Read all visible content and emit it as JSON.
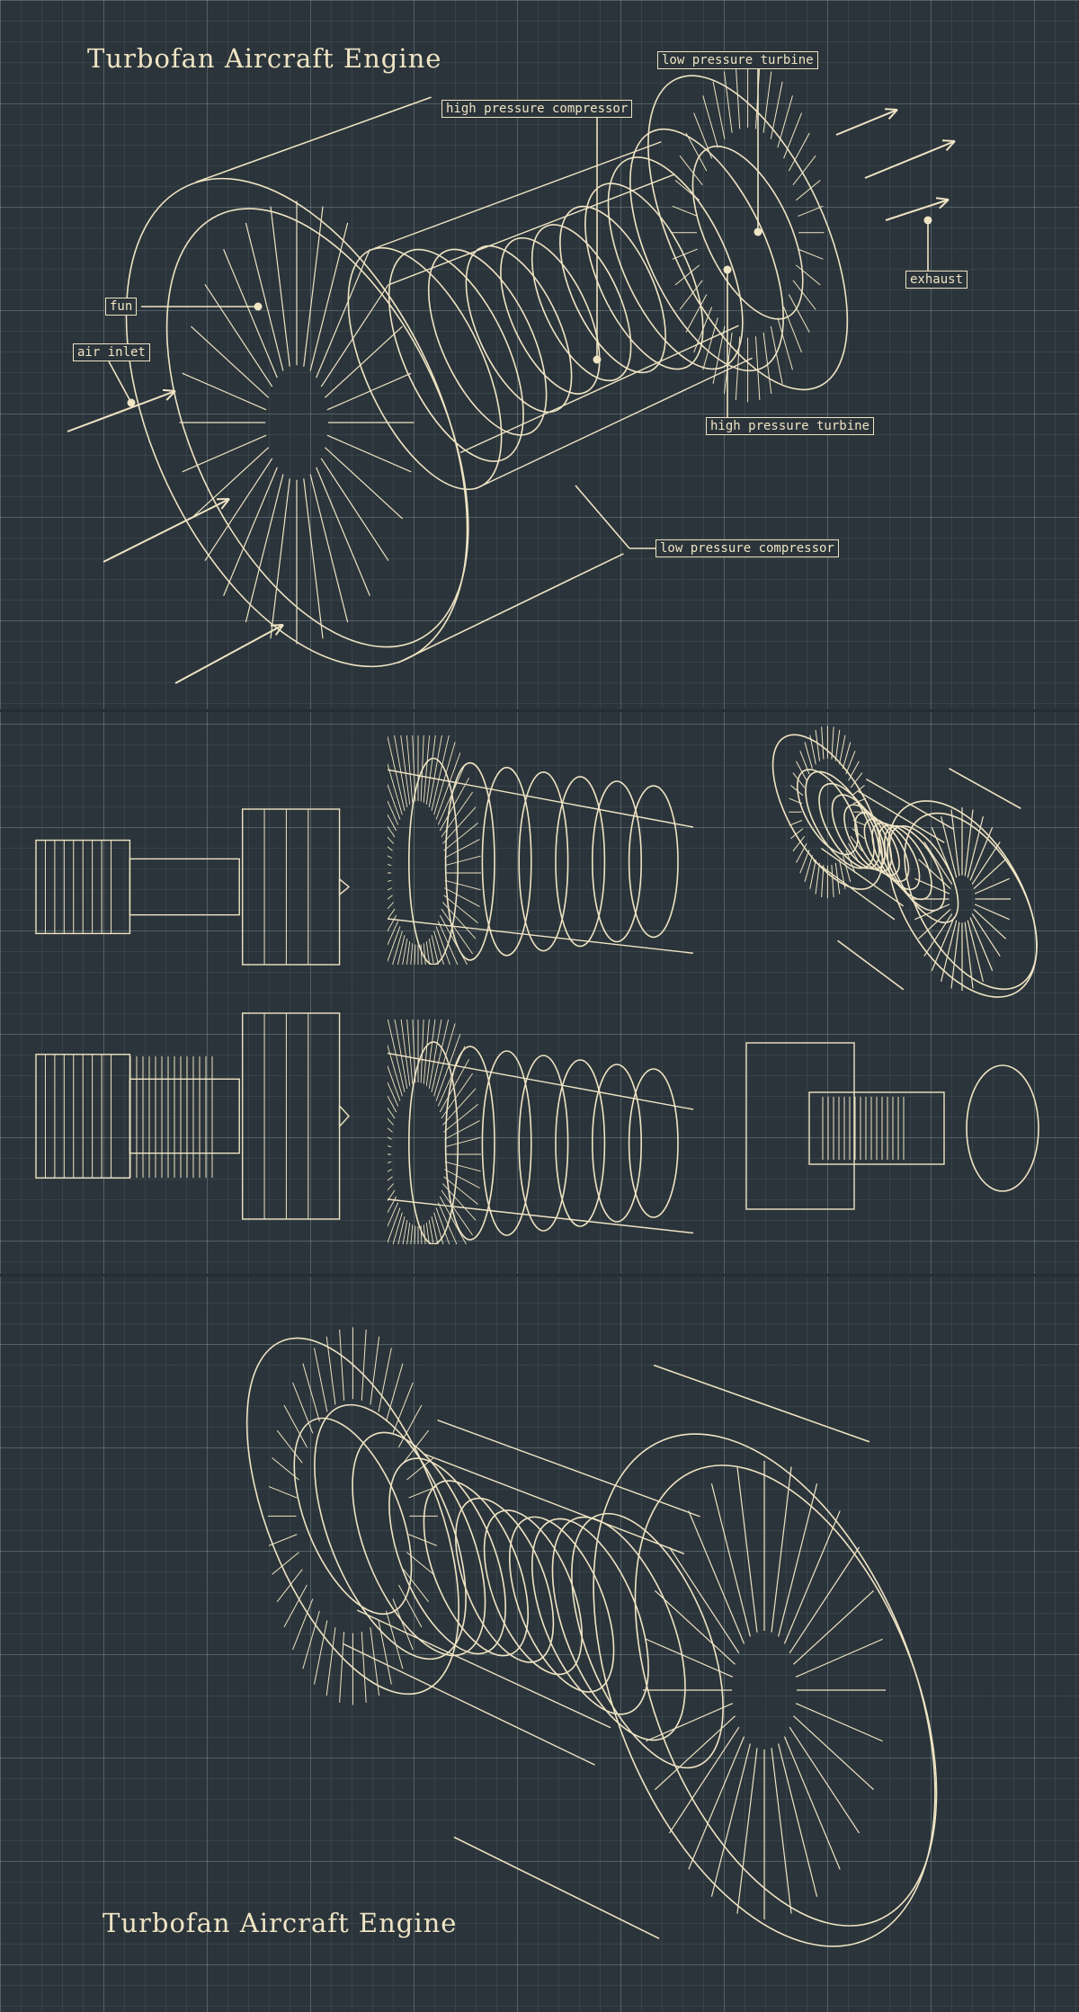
{
  "header": {
    "title": "Turbofan Aircraft Engine"
  },
  "labels": {
    "low_pressure_turbine": "low pressure turbine",
    "high_pressure_compressor": "high pressure compressor",
    "fan": "fun",
    "air_inlet": "air inlet",
    "exhaust": "exhaust",
    "high_pressure_turbine": "high pressure turbine",
    "low_pressure_compressor": "low pressure compressor"
  },
  "footer": {
    "title": "Turbofan Aircraft Engine"
  },
  "colors": {
    "background": "#2b343a",
    "line": "#efe4c4",
    "grid": "#5f7276"
  }
}
